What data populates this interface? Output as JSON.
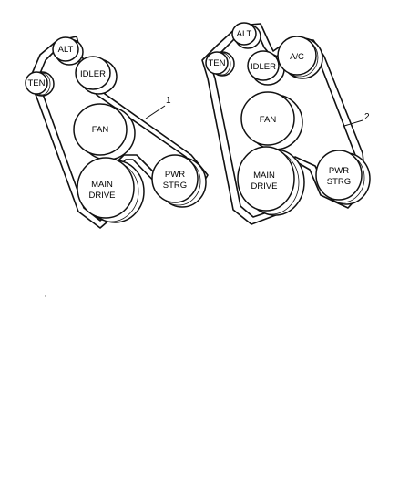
{
  "diagram_1": {
    "callout": "1",
    "pulleys": {
      "alt": "ALT",
      "ten": "TEN",
      "idler": "IDLER",
      "fan": "FAN",
      "main_drive": [
        "MAIN",
        "DRIVE"
      ],
      "pwr_strg": [
        "PWR",
        "STRG"
      ]
    }
  },
  "diagram_2": {
    "callout": "2",
    "pulleys": {
      "alt": "ALT",
      "ten": "TEN",
      "idler": "IDLER",
      "ac": "A/C",
      "fan": "FAN",
      "main_drive": [
        "MAIN",
        "DRIVE"
      ],
      "pwr_strg": [
        "PWR",
        "STRG"
      ]
    }
  }
}
